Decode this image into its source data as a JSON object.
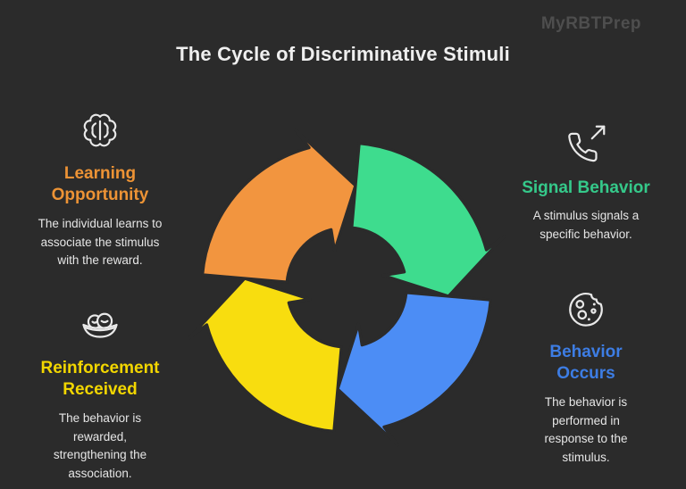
{
  "page": {
    "background": "#2B2B2B",
    "title": "The Cycle of Discriminative Stimuli",
    "title_color": "#EFEFEF",
    "watermark": "MyRBTPrep",
    "watermark_color": "#4E4E4E",
    "body_text_color": "#E6E6E6"
  },
  "sections": {
    "learning": {
      "icon": "brain-icon",
      "heading": "Learning Opportunity",
      "heading_color": "#ED9335",
      "body": "The individual learns to associate the stimulus with the reward."
    },
    "signal": {
      "icon": "phone-outgoing-icon",
      "heading": "Signal Behavior",
      "heading_color": "#35C98A",
      "body": "A stimulus signals a specific behavior."
    },
    "behavior": {
      "icon": "cookie-icon",
      "heading": "Behavior Occurs",
      "heading_color": "#3D7DE4",
      "body": "The behavior is performed in response to the stimulus."
    },
    "reinforcement": {
      "icon": "food-bowl-icon",
      "heading": "Reinforcement Received",
      "heading_color": "#F2D600",
      "body": "The behavior is rewarded, strengthening the association."
    }
  },
  "cycle": {
    "type": "cycle-diagram",
    "direction": "clockwise",
    "outline": "#2B2B2B",
    "colors": {
      "orange": "#F2953F",
      "green": "#3EDC8E",
      "blue": "#4C8DF5",
      "yellow": "#F8DD0F"
    }
  }
}
